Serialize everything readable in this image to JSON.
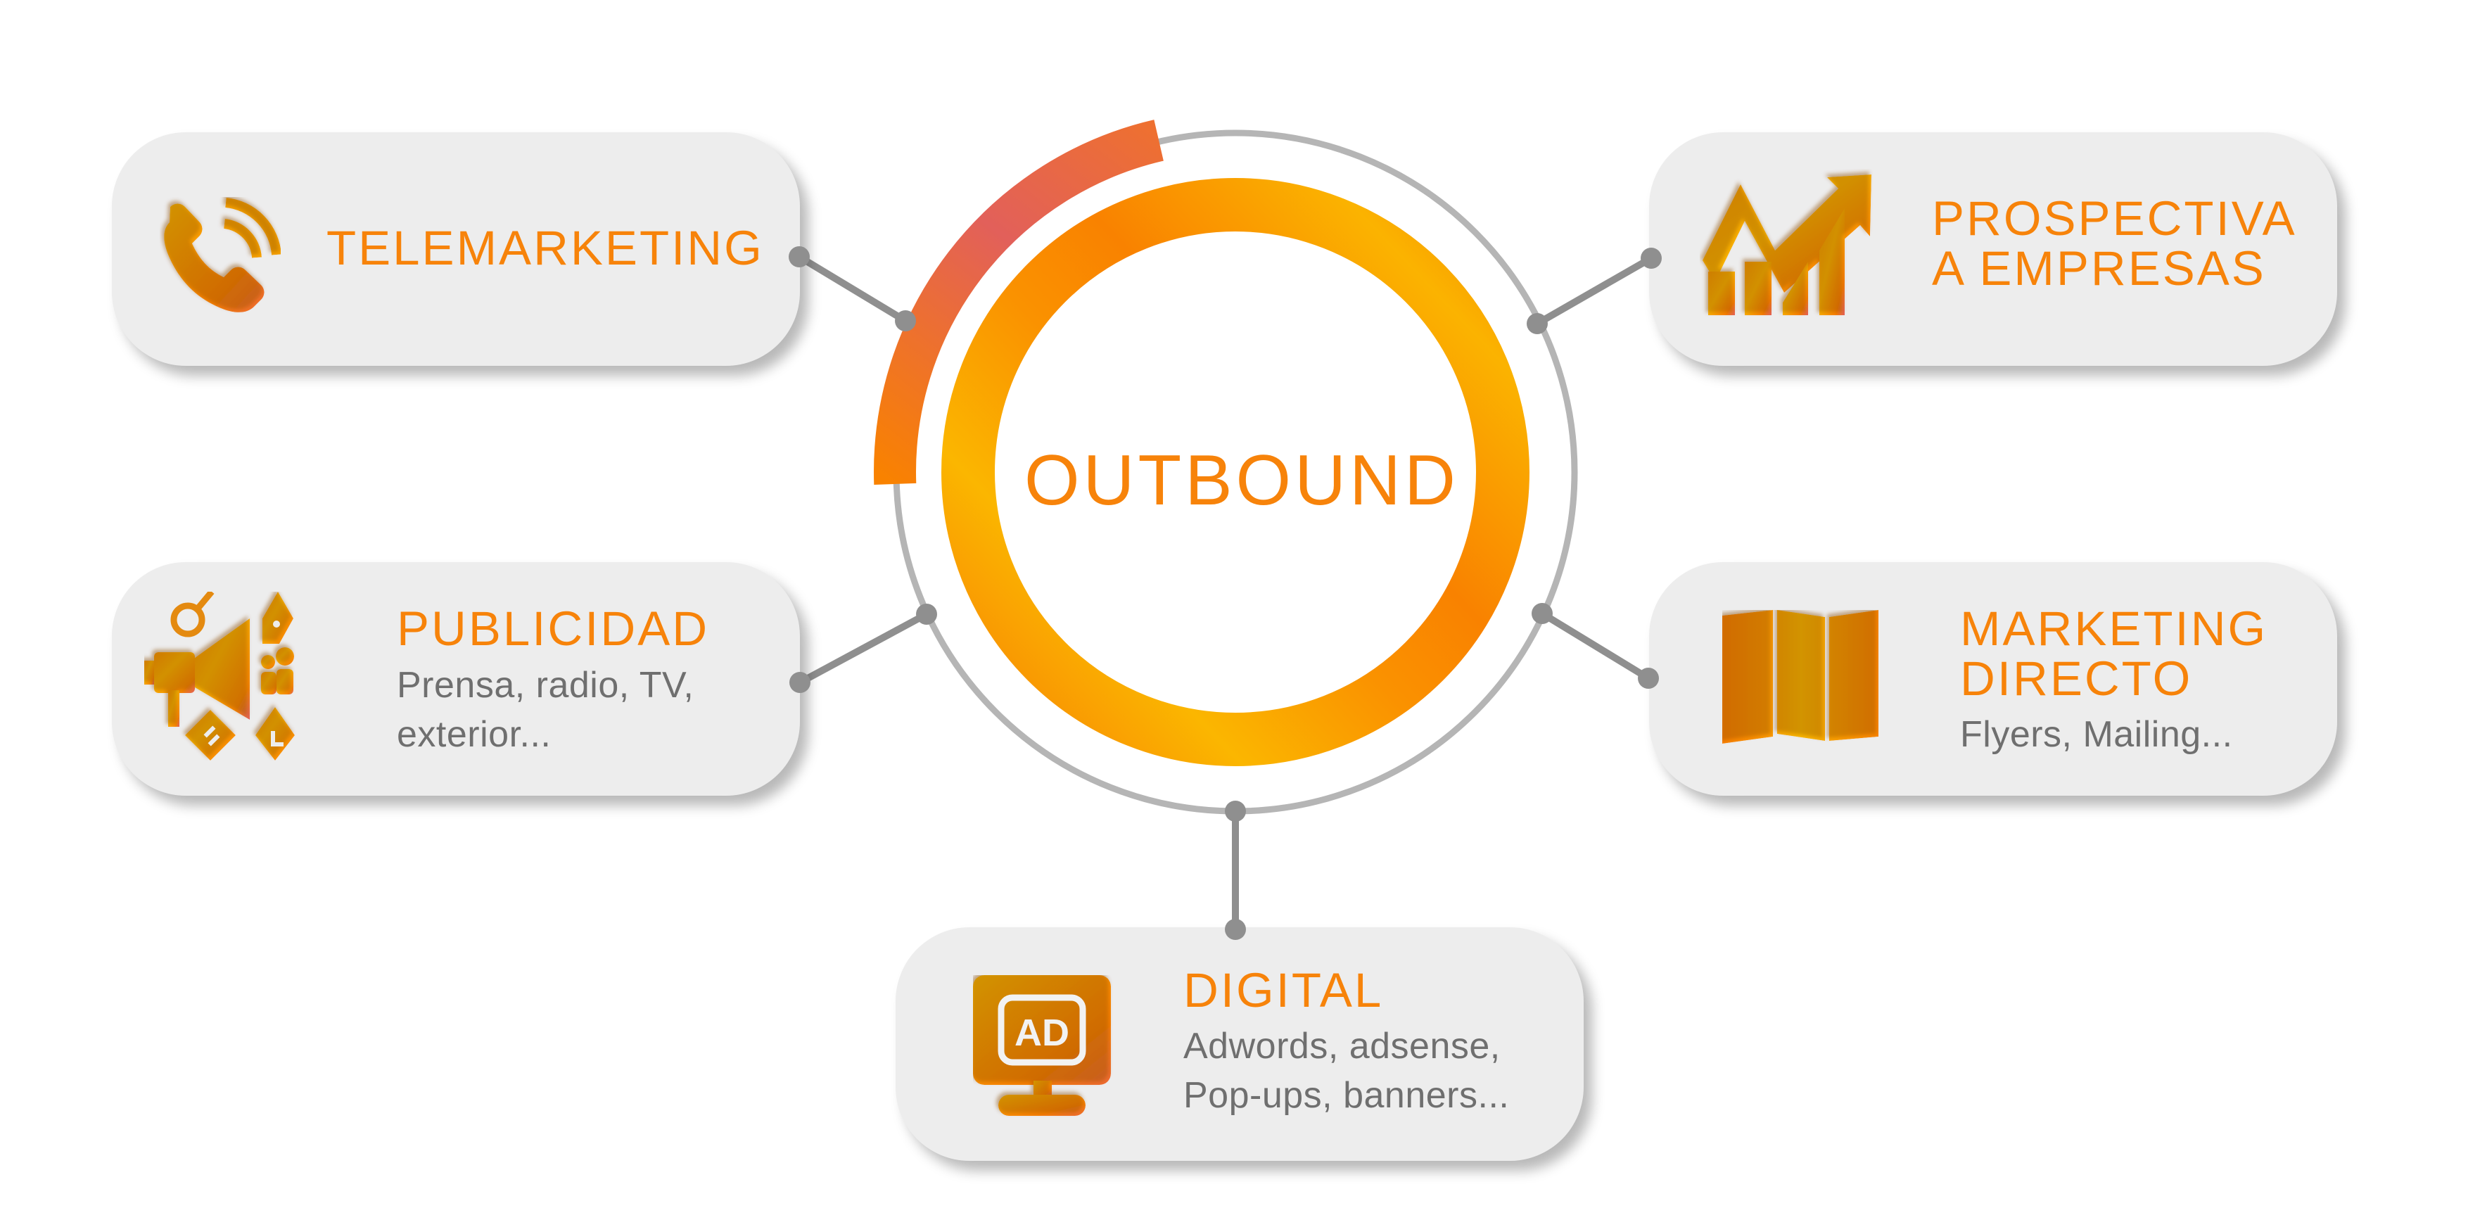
{
  "center": {
    "label": "OUTBOUND"
  },
  "colors": {
    "accent": "#f7830a",
    "accent_light": "#fbb800",
    "accent_red": "#e2605a",
    "subtitle": "#6f6f6f",
    "card_bg": "#ededed",
    "connector": "#8f8f8f",
    "ring": "#b3b3b3"
  },
  "channels": [
    {
      "id": "telemarketing",
      "icon": "phone-icon",
      "title_lines": [
        "TELEMARKETING"
      ],
      "subtitle_lines": []
    },
    {
      "id": "prospectiva",
      "icon": "growth-chart-icon",
      "title_lines": [
        "PROSPECTIVA",
        "A EMPRESAS"
      ],
      "subtitle_lines": []
    },
    {
      "id": "publicidad",
      "icon": "megaphone-icon",
      "title_lines": [
        "PUBLICIDAD"
      ],
      "subtitle_lines": [
        "Prensa, radio, TV,",
        "exterior..."
      ]
    },
    {
      "id": "marketing-directo",
      "icon": "folded-flyer-icon",
      "title_lines": [
        "MARKETING",
        "DIRECTO"
      ],
      "subtitle_lines": [
        "Flyers, Mailing..."
      ]
    },
    {
      "id": "digital",
      "icon": "ad-monitor-icon",
      "title_lines": [
        "DIGITAL"
      ],
      "subtitle_lines": [
        "Adwords, adsense,",
        "Pop-ups, banners..."
      ],
      "icon_text": "AD"
    }
  ]
}
